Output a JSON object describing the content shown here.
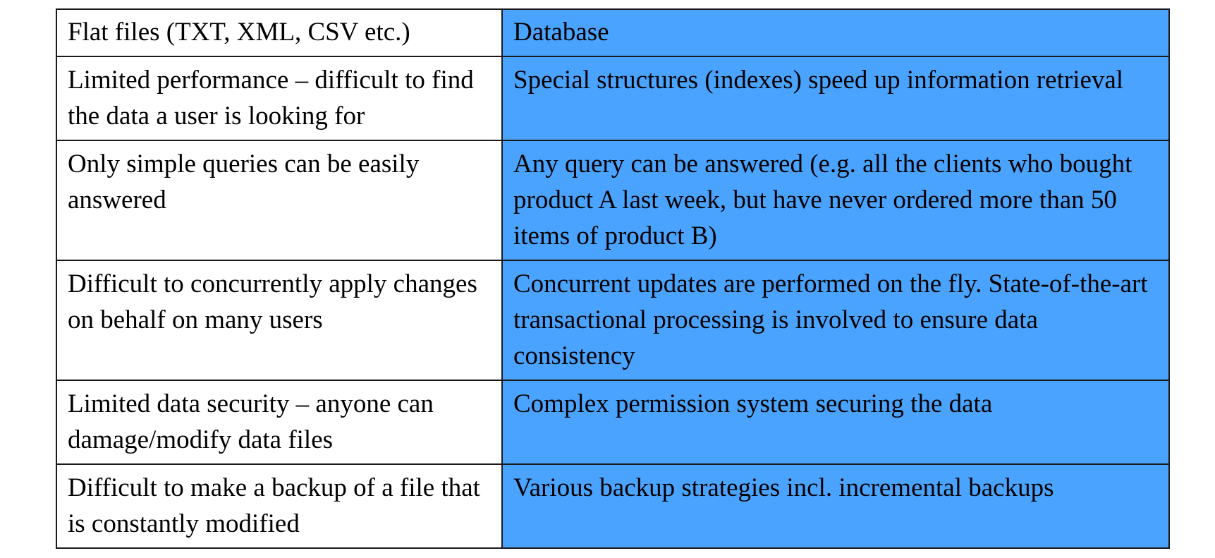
{
  "table": {
    "header": {
      "left": "Flat files (TXT, XML, CSV etc.)",
      "right": "Database"
    },
    "rows": [
      {
        "left": "Limited performance – difficult to find the data a user is looking for",
        "right": "Special structures (indexes) speed up information retrieval"
      },
      {
        "left": "Only simple queries can be easily answered",
        "right": "Any query can be answered (e.g. all the clients who bought product A last week, but have never ordered more than 50 items of product B)"
      },
      {
        "left": "Difficult to concurrently apply changes on behalf on many users",
        "right": "Concurrent updates are performed on the fly. State-of-the-art transactional processing is involved to ensure data consistency"
      },
      {
        "left": "Limited data security – anyone can damage/modify data files",
        "right": "Complex permission system securing the data"
      },
      {
        "left": "Difficult to make a backup of a file that is constantly modified",
        "right": "Various backup strategies incl. incremental backups"
      }
    ],
    "colors": {
      "database_column_fill": "#4aa3ff",
      "border": "#1a1a1a",
      "text": "#000000"
    }
  }
}
